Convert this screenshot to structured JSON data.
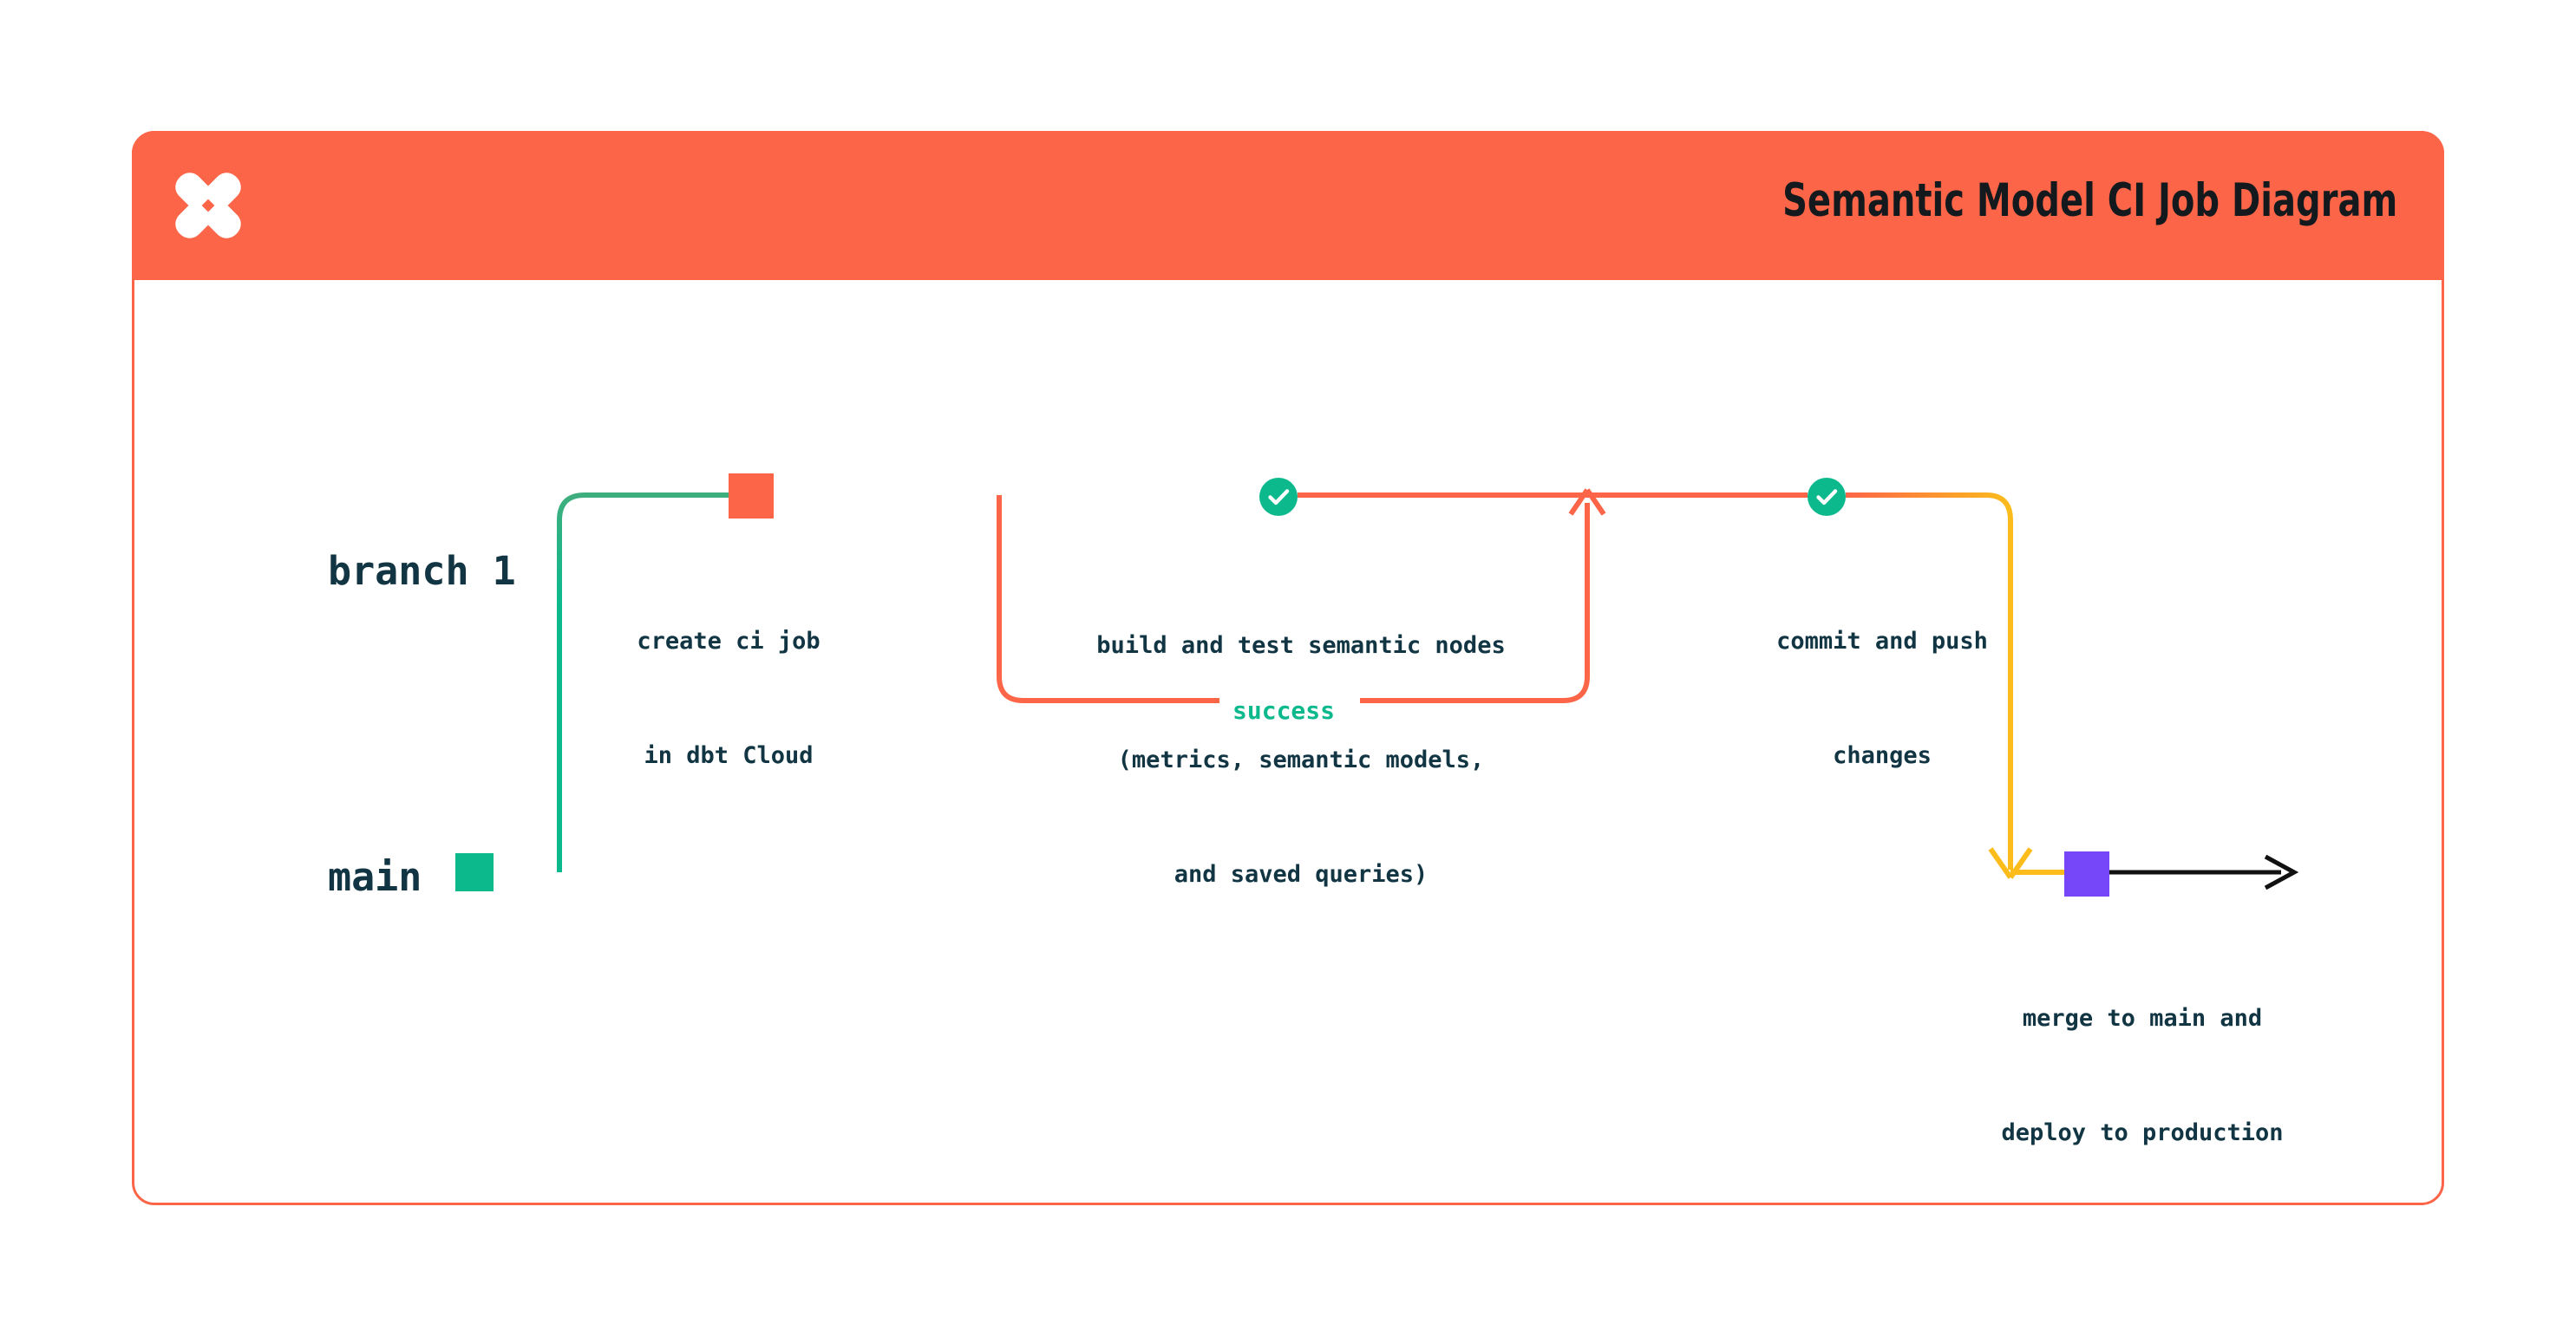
{
  "header": {
    "title": "Semantic Model CI Job Diagram",
    "logo_icon": "dbt-star-icon",
    "background_color": "#FC6548"
  },
  "card": {
    "border_color": "#FC6548",
    "background_color": "#FFFFFF"
  },
  "colors": {
    "orange": "#FC6548",
    "green": "#0CB98D",
    "yellow": "#FBBC1C",
    "purple": "#7547F8",
    "black": "#111111",
    "text_navy": "#123543"
  },
  "lanes": [
    {
      "id": "branch-1",
      "label": "branch 1",
      "color": "#FC6548"
    },
    {
      "id": "main",
      "label": "main",
      "color": "#0CB98D"
    }
  ],
  "nodes": [
    {
      "id": "create-ci-job",
      "lane": "branch-1",
      "marker": "square",
      "marker_color": "#FC6548",
      "caption": "create ci job\nin dbt Cloud"
    },
    {
      "id": "build-and-test",
      "lane": "branch-1",
      "marker": "check-badge",
      "marker_color": "#0CB98D",
      "caption": "build and test semantic nodes\n(metrics, semantic models,\nand saved queries)"
    },
    {
      "id": "commit-and-push",
      "lane": "branch-1",
      "marker": "check-badge",
      "marker_color": "#0CB98D",
      "caption": "commit and push\nchanges"
    },
    {
      "id": "merge-to-main",
      "lane": "main",
      "marker": "square",
      "marker_color": "#7547F8",
      "caption": "merge to main and\ndeploy to production"
    }
  ],
  "edges": [
    {
      "id": "branch-off",
      "from": "main",
      "to": "branch-1",
      "label": "",
      "color_from": "#0CB98D",
      "color_to": "#FC6548"
    },
    {
      "id": "retry-loop",
      "from": "build-and-test",
      "to": "build-and-test",
      "label": "success",
      "label_color": "#0CB98D",
      "color": "#FC6548",
      "arrow": "up"
    },
    {
      "id": "merge-down",
      "from": "commit-and-push",
      "to": "main",
      "label": "",
      "color": "#FBBC1C",
      "arrow": "down"
    },
    {
      "id": "main-continues",
      "from": "merge-to-main",
      "to": "",
      "label": "",
      "color": "#111111",
      "arrow": "right"
    }
  ],
  "captions": {
    "create_line_1": "create ci job",
    "create_line_2": "in dbt Cloud",
    "build_line_1": "build and test semantic nodes",
    "build_line_2": "(metrics, semantic models,",
    "build_line_3": "and saved queries)",
    "commit_line_1": "commit and push",
    "commit_line_2": "changes",
    "merge_line_1": "merge to main and",
    "merge_line_2": "deploy to production",
    "success_label": "success"
  }
}
